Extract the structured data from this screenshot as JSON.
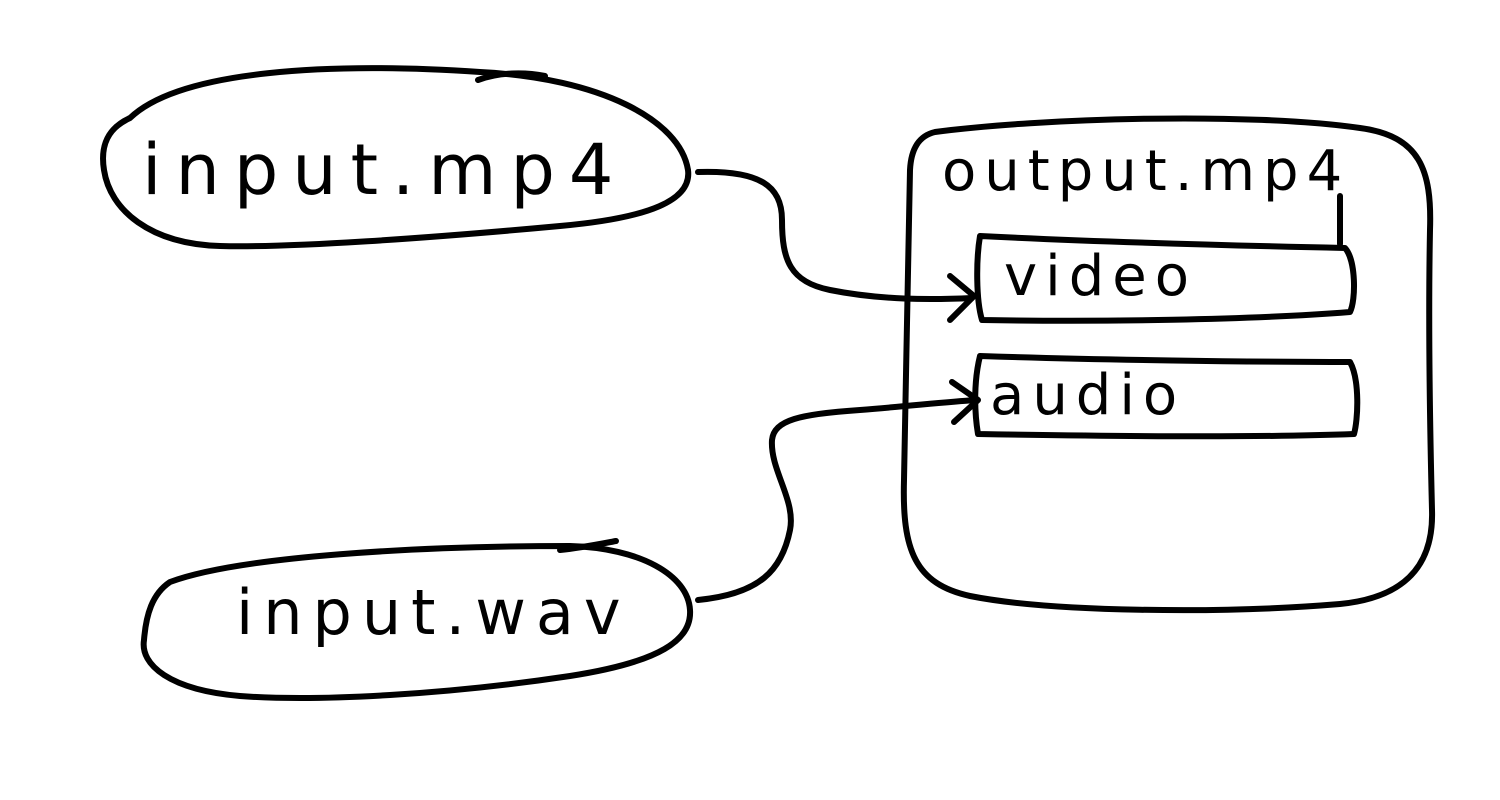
{
  "nodes": {
    "input_mp4": {
      "label": "input.mp4"
    },
    "input_wav": {
      "label": "input.wav"
    },
    "output_mp4": {
      "label": "output.mp4",
      "tracks": [
        {
          "label": "video"
        },
        {
          "label": "audio"
        }
      ]
    }
  },
  "edges": [
    {
      "from": "input.mp4",
      "to": "video"
    },
    {
      "from": "input.wav",
      "to": "audio"
    }
  ],
  "colors": {
    "ink": "#000000",
    "background": "#ffffff"
  }
}
